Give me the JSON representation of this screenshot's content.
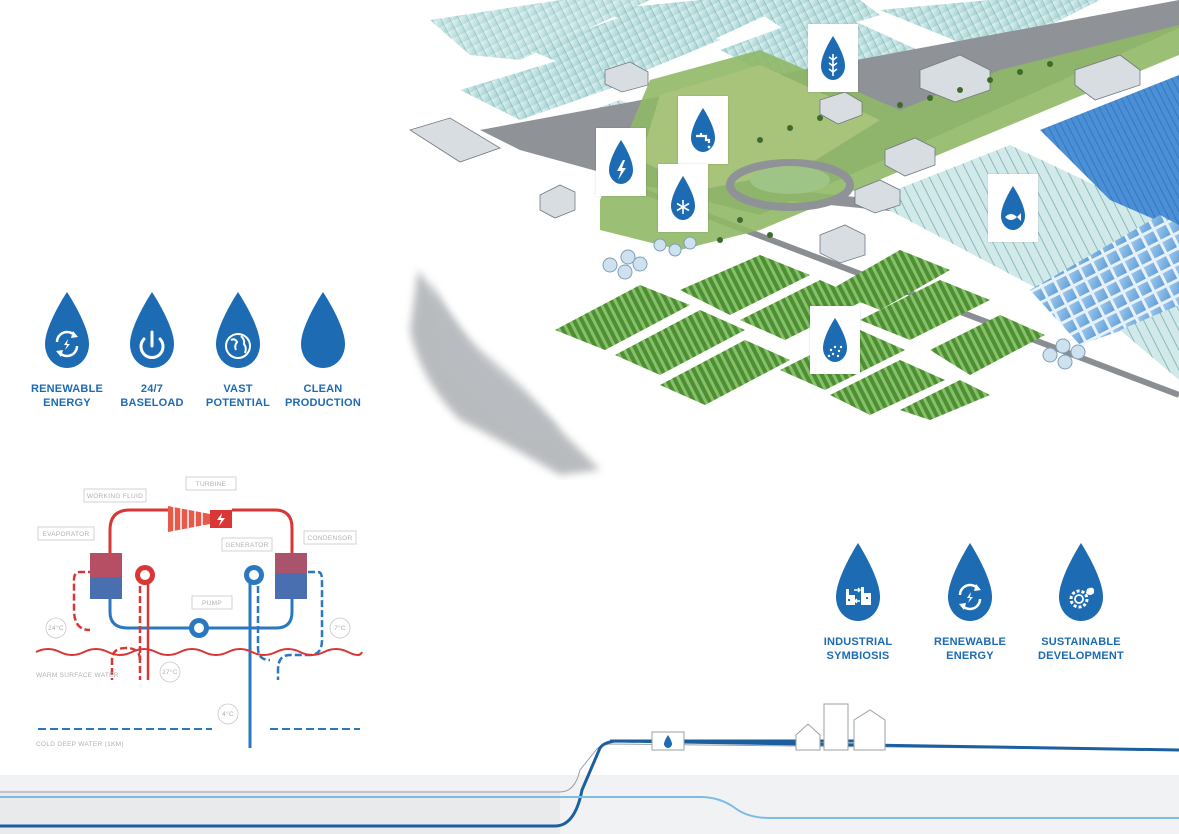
{
  "top_features": [
    {
      "icon": "renewable-cycle-icon",
      "line1": "RENEWABLE",
      "line2": "ENERGY"
    },
    {
      "icon": "power-icon",
      "line1": "24/7",
      "line2": "BASELOAD"
    },
    {
      "icon": "globe-icon",
      "line1": "VAST",
      "line2": "POTENTIAL"
    },
    {
      "icon": "drop-icon",
      "line1": "CLEAN",
      "line2": "PRODUCTION"
    }
  ],
  "bottom_features": [
    {
      "icon": "industry-icon",
      "line1": "INDUSTRIAL",
      "line2": "SYMBIOSIS"
    },
    {
      "icon": "renewable-cycle-icon",
      "line1": "RENEWABLE",
      "line2": "ENERGY"
    },
    {
      "icon": "gear-leaf-icon",
      "line1": "SUSTAINABLE",
      "line2": "DEVELOPMENT"
    }
  ],
  "diagram": {
    "turbine": "TURBINE",
    "working_fluid": "WORKING FLUID",
    "evaporator": "EVAPORATOR",
    "generator": "GENERATOR",
    "condensor": "CONDENSOR",
    "pump": "PUMP",
    "temp_left": "24°C",
    "temp_right": "7°C",
    "temp_surface": "27°C",
    "temp_deep": "4°C",
    "warm_surface": "WARM SURFACE WATER",
    "cold_deep": "COLD DEEP WATER (1KM)"
  },
  "map_badges": [
    "wheat-icon",
    "faucet-icon",
    "lightning-icon",
    "snowflake-icon",
    "fish-icon",
    "salt-icon"
  ],
  "colors": {
    "brand_blue": "#1c6bb3",
    "warm_red": "#d93636",
    "cold_blue": "#2a78c0",
    "green": "#5a9a3a"
  }
}
